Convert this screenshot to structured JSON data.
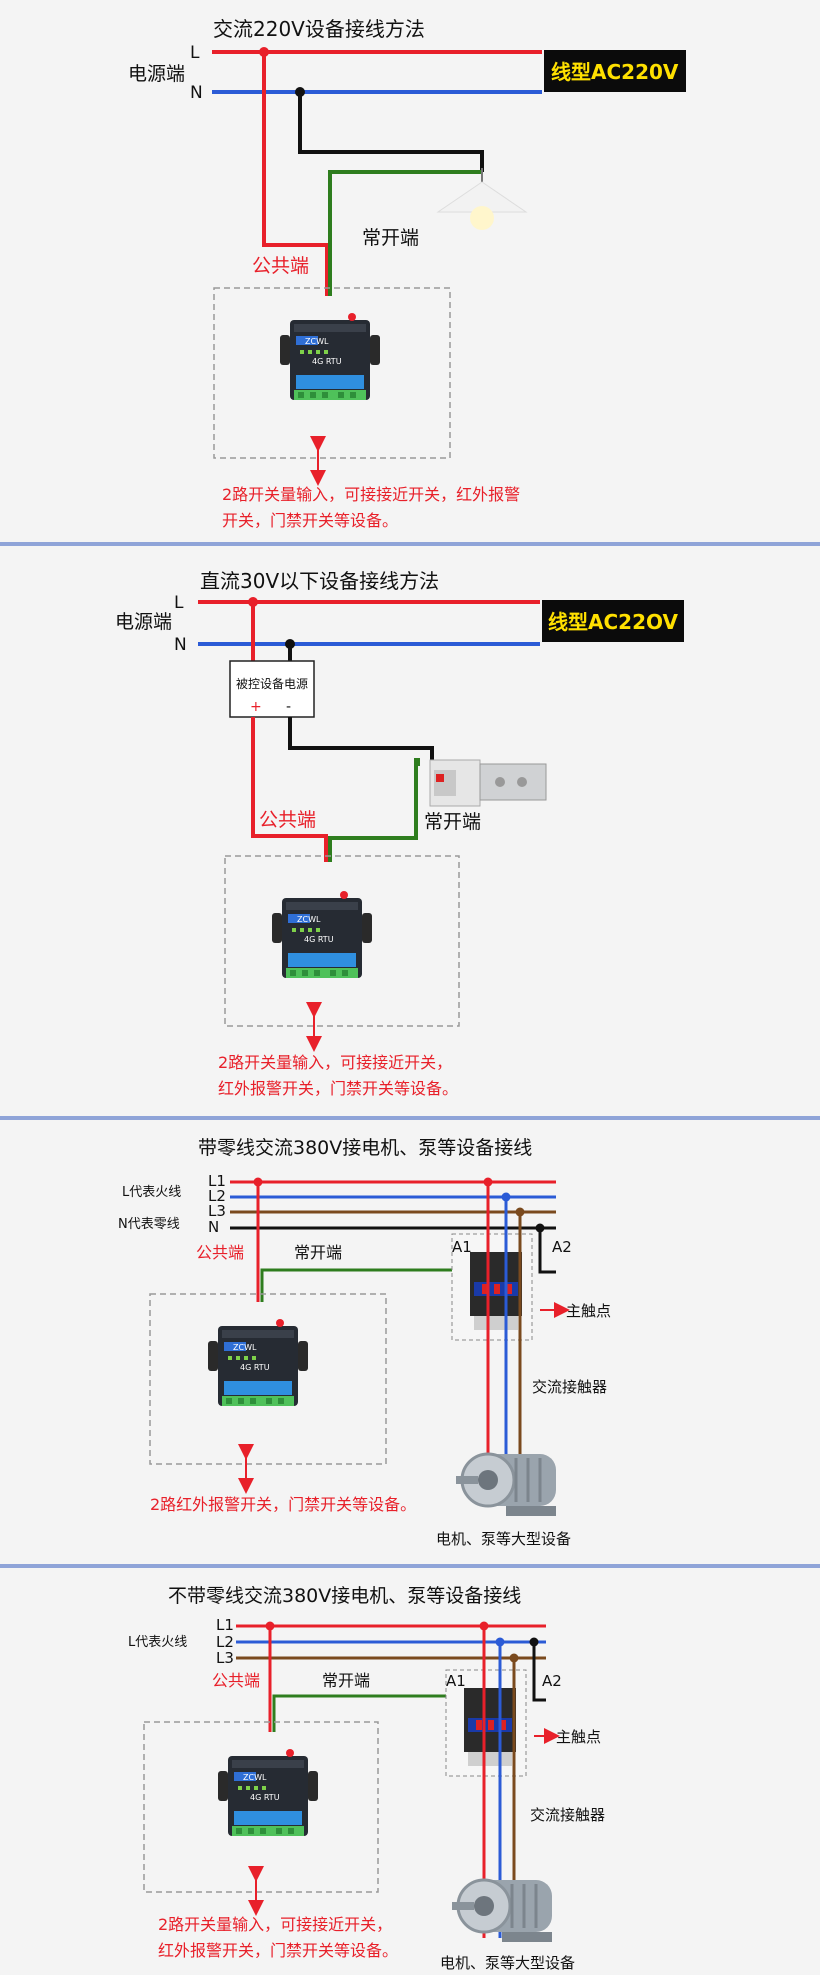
{
  "sections": [
    {
      "title": "交流220V设备接线方法",
      "power_label": "电源端",
      "line_L": "L",
      "line_N": "N",
      "badge": "线型AC220V",
      "common_label": "公共端",
      "no_label": "常开端",
      "note_line1": "2路开关量输入，可接接近开关，红外报警",
      "note_line2": "开关，门禁开关等设备。"
    },
    {
      "title": "直流30V以下设备接线方法",
      "power_label": "电源端",
      "line_L": "L",
      "line_N": "N",
      "badge": "线型AC22OV",
      "psu_label": "被控设备电源",
      "psu_plus": "+",
      "psu_minus": "-",
      "common_label": "公共端",
      "no_label": "常开端",
      "note_line1": "2路开关量输入，可接接近开关，",
      "note_line2": "红外报警开关，门禁开关等设备。"
    },
    {
      "title": "带零线交流380V接电机、泵等设备接线",
      "line_L1": "L1",
      "line_L2": "L2",
      "line_L3": "L3",
      "line_N": "N",
      "label_live": "L代表火线",
      "label_neutral": "N代表零线",
      "common_label": "公共端",
      "no_label": "常开端",
      "a1": "A1",
      "a2": "A2",
      "main_contact": "主触点",
      "contactor": "交流接触器",
      "motor": "电机、泵等大型设备",
      "note_line1": "2路红外报警开关，门禁开关等设备。"
    },
    {
      "title": "不带零线交流380V接电机、泵等设备接线",
      "line_L1": "L1",
      "line_L2": "L2",
      "line_L3": "L3",
      "label_live": "L代表火线",
      "common_label": "公共端",
      "no_label": "常开端",
      "a1": "A1",
      "a2": "A2",
      "main_contact": "主触点",
      "contactor": "交流接触器",
      "motor": "电机、泵等大型设备",
      "note_line1": "2路开关量输入，可接接近开关，",
      "note_line2": "红外报警开关，门禁开关等设备。"
    }
  ],
  "device": {
    "brand": "ZCWL",
    "model": "4G RTU"
  },
  "colors": {
    "red": "#e8202a",
    "blue": "#2b5bd6",
    "black": "#111111",
    "green": "#2e7d1e",
    "brown": "#7a4a1e",
    "badge_text": "#ffe000",
    "separator": "#8fa4d8"
  }
}
